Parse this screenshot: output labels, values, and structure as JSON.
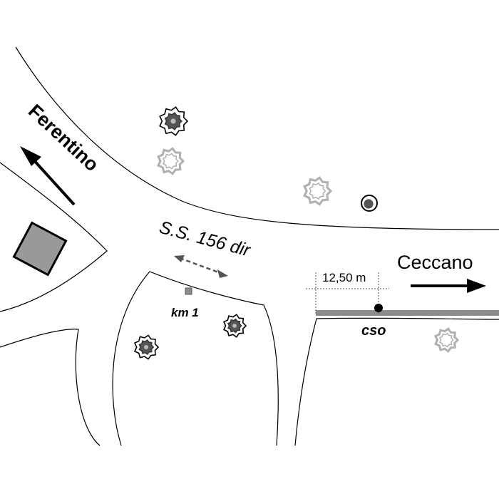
{
  "labels": {
    "ferentino": "Ferentino",
    "ceccano": "Ceccano",
    "road": "S.S. 156 dir",
    "km": "km 1",
    "distance": "12,50 m",
    "site": "cso"
  },
  "colors": {
    "line": "#000000",
    "building_fill": "#999999",
    "rail": "#8c8c8c",
    "tree_dark": "#555555",
    "tree_light": "#b0b0b0"
  },
  "icons": {
    "building": "building-square-icon",
    "tree": "tree-symbol-icon",
    "measurement_point": "point-marker-icon",
    "direction": "arrow-icon"
  }
}
